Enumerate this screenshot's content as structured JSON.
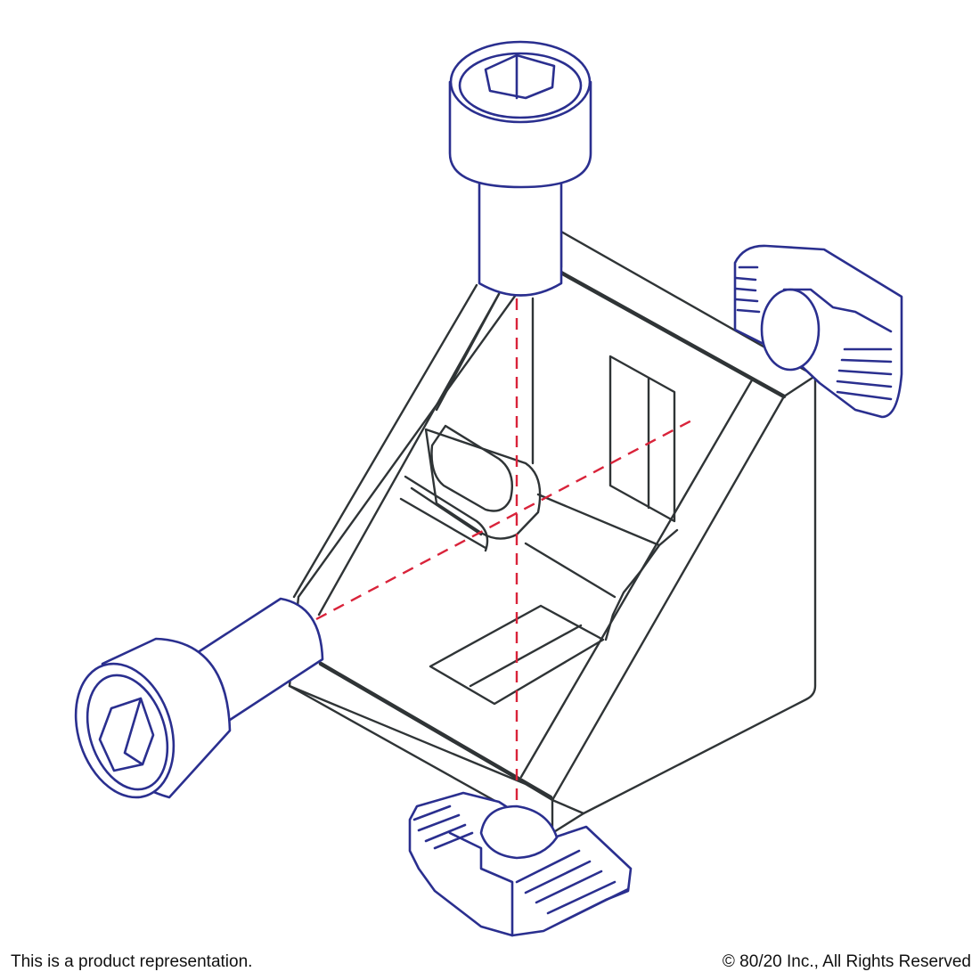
{
  "footer": {
    "disclaimer": "This is a product representation.",
    "copyright": "© 80/20 Inc., All Rights Reserved"
  },
  "colors": {
    "bracket_outline": "#2f3436",
    "fastener_outline": "#2a2f8f",
    "center_line": "#d9233a",
    "background": "#ffffff"
  },
  "parts": [
    "corner-bracket",
    "socket-head-cap-screw-top",
    "socket-head-cap-screw-left",
    "t-nut-right",
    "t-nut-bottom",
    "hex-socket-icon"
  ]
}
